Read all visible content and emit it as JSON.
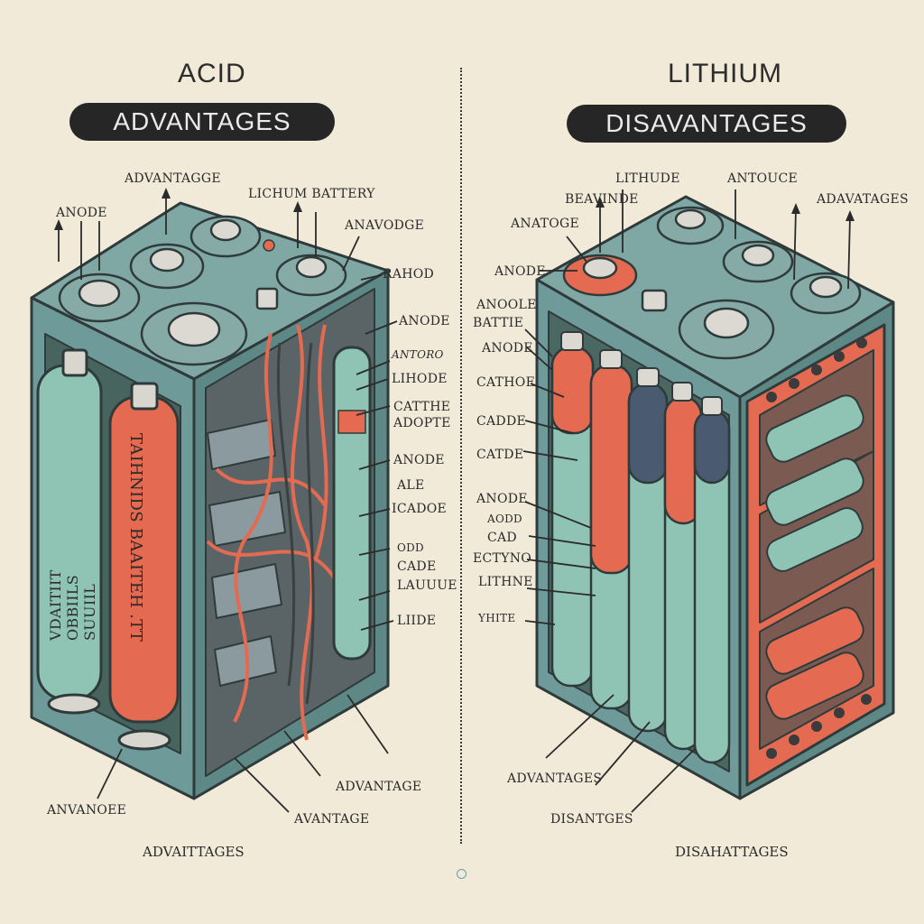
{
  "left": {
    "title": "ACID",
    "pill": "ADVANTAGES",
    "labels": {
      "advantagge": "ADVANTAGGE",
      "lichum": "LICHUM BATTERY",
      "anode_tl": "ANODE",
      "anavodge": "ANAVODGE",
      "rahod": "RAHOD",
      "anode_r1": "ANODE",
      "antoro": "ANTORO",
      "lihode": "LIHODE",
      "catthe": "CATTHE",
      "adopte": "ADOPTE",
      "anode_r2": "ANODE",
      "ale": "ALE",
      "icadoe": "ICADOE",
      "odd": "ODD",
      "cade": "CADE",
      "lauuue": "LAUUUE",
      "lide": "LIIDE",
      "anvanoee": "ANVANOEE",
      "avantage": "AVANTAGE",
      "advantage": "ADVANTAGE",
      "footer": "ADVAITTAGES"
    },
    "cell_text_green": "VDAITIIT\nOBBIILS\nSUUIIL",
    "cell_text_orange": "TAIHNIDS BAAITEH .TT"
  },
  "right": {
    "title": "LITHIUM",
    "pill": "DISAVANTAGES",
    "labels": {
      "lithude": "LITHUDE",
      "beavinde": "BEAVINDE",
      "antouce": "ANTOUCE",
      "adavatages": "ADAVATAGES",
      "anatoge": "ANATOGE",
      "anode1": "ANODE",
      "anoole": "ANOOLE",
      "battie": "BATTIE",
      "anode2": "ANODE",
      "cathoe": "CATHOE",
      "cadde": "CADDE",
      "catde": "CATDE",
      "anode3": "ANODE",
      "aodd": "AODD",
      "cad": "CAD",
      "ectyno": "ECTYNO",
      "lithne": "LITHNE",
      "yhite": "YHITE",
      "advantages": "ADVANTAGES",
      "disantges": "DISANTGES",
      "footer": "DISAHATTAGES"
    }
  },
  "colors": {
    "background": "#f1ead9",
    "teal": "#8fc4b5",
    "casing": "#6f9a9a",
    "coral": "#e46b52",
    "navy": "#4a5a70",
    "ink": "#2b2b2b"
  }
}
